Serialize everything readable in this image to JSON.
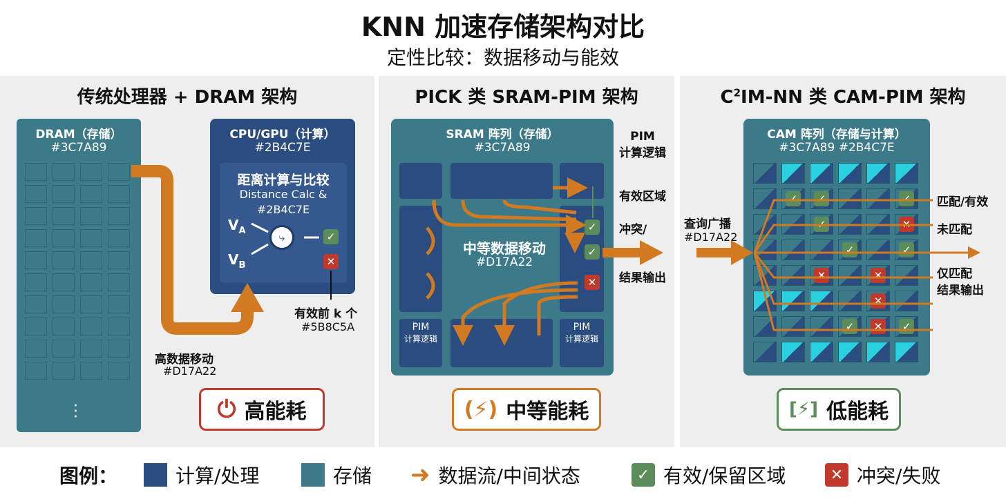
{
  "header": {
    "title": "KNN 加速存储架构对比",
    "subtitle": "定性比较：数据移动与能效"
  },
  "colors": {
    "compute": "#2B4C7E",
    "storage": "#3C7A89",
    "dataflow": "#D17A22",
    "valid": "#5B8C5A",
    "conflict": "#C0392B"
  },
  "panels": {
    "left": {
      "title": "传统处理器 + DRAM 架构",
      "dram_label": "DRAM（存储）",
      "dram_color": "#3C7A89",
      "cpu_label": "CPU/GPU（计算）",
      "cpu_color": "#2B4C7E",
      "calc_title": "距离计算与比较",
      "calc_sub": "Distance Calc &",
      "calc_color": "#2B4C7E",
      "va": "V",
      "va_sub": "A",
      "vb": "V",
      "vb_sub": "B",
      "topk_label": "有效前 k 个",
      "topk_color": "#5B8C5A",
      "move_label": "高数据移动",
      "move_color": "#D17A22",
      "energy_label": "高能耗"
    },
    "middle": {
      "title": "PICK 类 SRAM-PIM 架构",
      "sram_label": "SRAM 阵列（存储）",
      "sram_color": "#3C7A89",
      "pim_logic_label": "PIM\n计算逻辑",
      "pim_small_1": "PIM",
      "pim_small_2": "计算逻辑",
      "valid_region": "有效区域",
      "conflict": "冲突/",
      "result_out": "结果输出",
      "move_label": "中等数据移动",
      "move_color": "#D17A22",
      "energy_label": "中等能耗"
    },
    "right": {
      "title_prefix": "C",
      "title_sup": "2",
      "title_rest": "IM-NN 类 CAM-PIM 架构",
      "cam_label": "CAM 阵列（存储与计算）",
      "cam_colors": "#3C7A89 #2B4C7E",
      "query_label": "查询广播",
      "query_color": "#D17A22",
      "match_valid": "匹配/有效",
      "no_match": "未匹配",
      "only_match": "仅匹配",
      "result_out": "结果输出",
      "energy_label": "低能耗"
    }
  },
  "legend": {
    "title": "图例：",
    "compute": "计算/处理",
    "storage": "存储",
    "dataflow": "数据流/中间状态",
    "valid": "有效/保留区域",
    "conflict": "冲突/失败"
  }
}
